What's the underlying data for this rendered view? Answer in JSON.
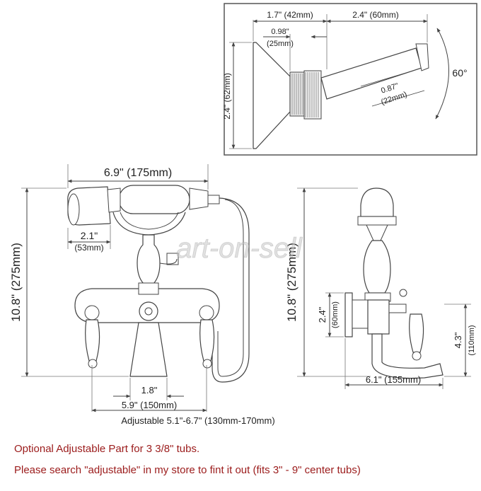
{
  "inset": {
    "width_body": "1.7\" (42mm)",
    "width_arm": "2.4\" (60mm)",
    "width_collar": "0.98\"",
    "width_collar_mm": "(25mm)",
    "height_plate": "2.4\" (62mm)",
    "thread": "0.87\"",
    "thread_mm": "(22mm)",
    "angle": "60°"
  },
  "front": {
    "handset_width": "6.9\" (175mm)",
    "handset_head": "2.1\"",
    "handset_head_mm": "(53mm)",
    "height": "10.8\" (275mm)",
    "spout_width": "1.8\"",
    "centers": "5.9\" (150mm)",
    "adjustable": "Adjustable 5.1\"-6.7\" (130mm-170mm)"
  },
  "side": {
    "height": "10.8\" (275mm)",
    "mount": "2.4\"",
    "mount_mm": "(60mm)",
    "spout_drop": "4.3\"",
    "spout_drop_mm": "(110mm)",
    "reach": "6.1\" (155mm)"
  },
  "watermark": "art-on-sell",
  "notes": {
    "line1": "Optional Adjustable Part for 3 3/8\" tubs.",
    "line2": "Please search \"adjustable\" in my store to fint it out (fits 3\" - 9\" center tubs)"
  },
  "colors": {
    "note_text": "#9b1b1b",
    "line": "#444444",
    "inset_border": "#555555"
  }
}
